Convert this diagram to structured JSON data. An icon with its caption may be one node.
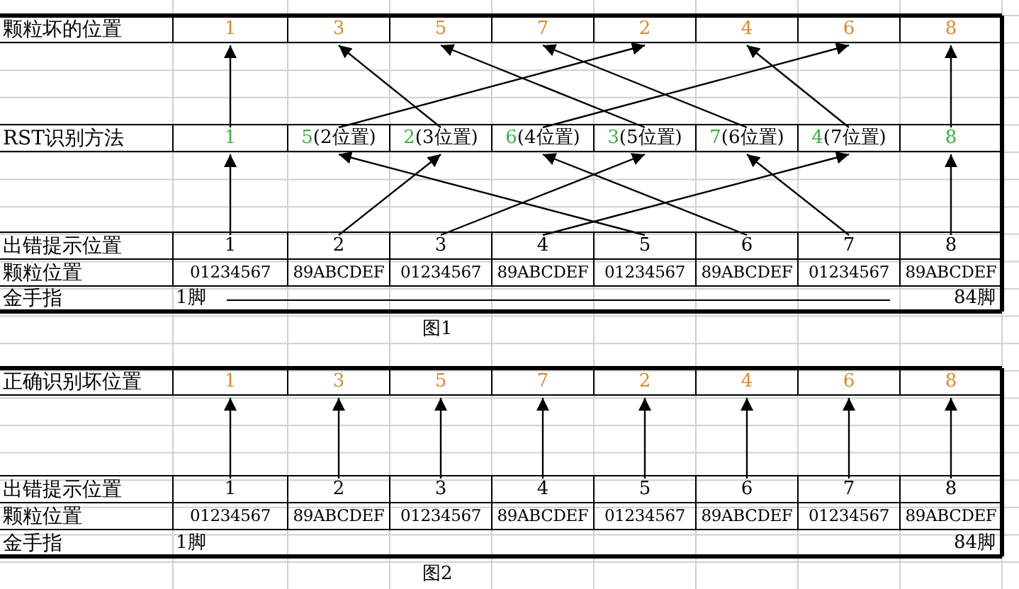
{
  "diagram": {
    "nodes": [
      {
        "text": [
          "1"
        ]
      },
      {
        "text": [
          "3"
        ]
      },
      {
        "text": [
          "5"
        ]
      },
      {
        "text": [
          "7"
        ]
      },
      {
        "text": [
          "2"
        ]
      },
      {
        "text": [
          "4"
        ]
      },
      {
        "text": [
          "6"
        ]
      },
      {
        "text": [
          "8"
        ]
      },
      {
        "text": [
          "1"
        ]
      },
      {
        "text": [
          "5(2位置)"
        ]
      },
      {
        "text": [
          "2(3位置)"
        ]
      },
      {
        "text": [
          "6(4位置)"
        ]
      },
      {
        "text": [
          "3(5位置)"
        ]
      },
      {
        "text": [
          "7(6位置)"
        ]
      },
      {
        "text": [
          "4(7位置)"
        ]
      },
      {
        "text": [
          "8"
        ]
      },
      {
        "text": [
          "1"
        ]
      },
      {
        "text": [
          "2"
        ]
      },
      {
        "text": [
          "3"
        ]
      },
      {
        "text": [
          "4"
        ]
      },
      {
        "text": [
          "5"
        ]
      },
      {
        "text": [
          "6"
        ]
      },
      {
        "text": [
          "7"
        ]
      },
      {
        "text": [
          "8"
        ]
      },
      {
        "text": [
          "1"
        ]
      },
      {
        "text": [
          "3"
        ]
      },
      {
        "text": [
          "5"
        ]
      },
      {
        "text": [
          "7"
        ]
      },
      {
        "text": [
          "2"
        ]
      },
      {
        "text": [
          "4"
        ]
      },
      {
        "text": [
          "6"
        ]
      },
      {
        "text": [
          "8"
        ]
      },
      {
        "text": [
          "1"
        ]
      },
      {
        "text": [
          "2"
        ]
      },
      {
        "text": [
          "3"
        ]
      },
      {
        "text": [
          "4"
        ]
      },
      {
        "text": [
          "5"
        ]
      },
      {
        "text": [
          "6"
        ]
      },
      {
        "text": [
          "7"
        ]
      },
      {
        "text": [
          "8"
        ]
      }
    ],
    "edges": [
      {
        "from": 8,
        "to": 0,
        "arrow": "to"
      },
      {
        "from": 9,
        "to": 4,
        "arrow": "to"
      },
      {
        "from": 10,
        "to": 1,
        "arrow": "to"
      },
      {
        "from": 11,
        "to": 6,
        "arrow": "to"
      },
      {
        "from": 12,
        "to": 2,
        "arrow": "to"
      },
      {
        "from": 13,
        "to": 3,
        "arrow": "to"
      },
      {
        "from": 14,
        "to": 5,
        "arrow": "to"
      },
      {
        "from": 15,
        "to": 7,
        "arrow": "to"
      },
      {
        "from": 16,
        "to": 8,
        "arrow": "to"
      },
      {
        "from": 17,
        "to": 10,
        "arrow": "to"
      },
      {
        "from": 18,
        "to": 12,
        "arrow": "to"
      },
      {
        "from": 19,
        "to": 14,
        "arrow": "to"
      },
      {
        "from": 20,
        "to": 9,
        "arrow": "to"
      },
      {
        "from": 21,
        "to": 11,
        "arrow": "to"
      },
      {
        "from": 22,
        "to": 13,
        "arrow": "to"
      },
      {
        "from": 23,
        "to": 15,
        "arrow": "to"
      },
      {
        "from": 32,
        "to": 24,
        "arrow": "to"
      },
      {
        "from": 33,
        "to": 25,
        "arrow": "to"
      },
      {
        "from": 34,
        "to": 26,
        "arrow": "to"
      },
      {
        "from": 35,
        "to": 27,
        "arrow": "to"
      },
      {
        "from": 36,
        "to": 28,
        "arrow": "to"
      },
      {
        "from": 37,
        "to": 29,
        "arrow": "to"
      },
      {
        "from": 38,
        "to": 30,
        "arrow": "to"
      },
      {
        "from": 39,
        "to": 31,
        "arrow": "to"
      }
    ],
    "labels": [
      "颗粒坏的位置",
      "RST识别方法",
      "出错提示位置",
      "颗粒位置",
      "01234567",
      "89ABCDEF",
      "01234567",
      "89ABCDEF",
      "01234567",
      "89ABCDEF",
      "01234567",
      "89ABCDEF",
      "金手指",
      "1脚",
      "84脚",
      "图1",
      "正确识别坏位置",
      "出错提示位置",
      "颗粒位置",
      "01234567",
      "89ABCDEF",
      "01234567",
      "89ABCDEF",
      "01234567",
      "89ABCDEF",
      "01234567",
      "89ABCDEF",
      "金手指",
      "1脚",
      "84脚",
      "图2"
    ]
  }
}
